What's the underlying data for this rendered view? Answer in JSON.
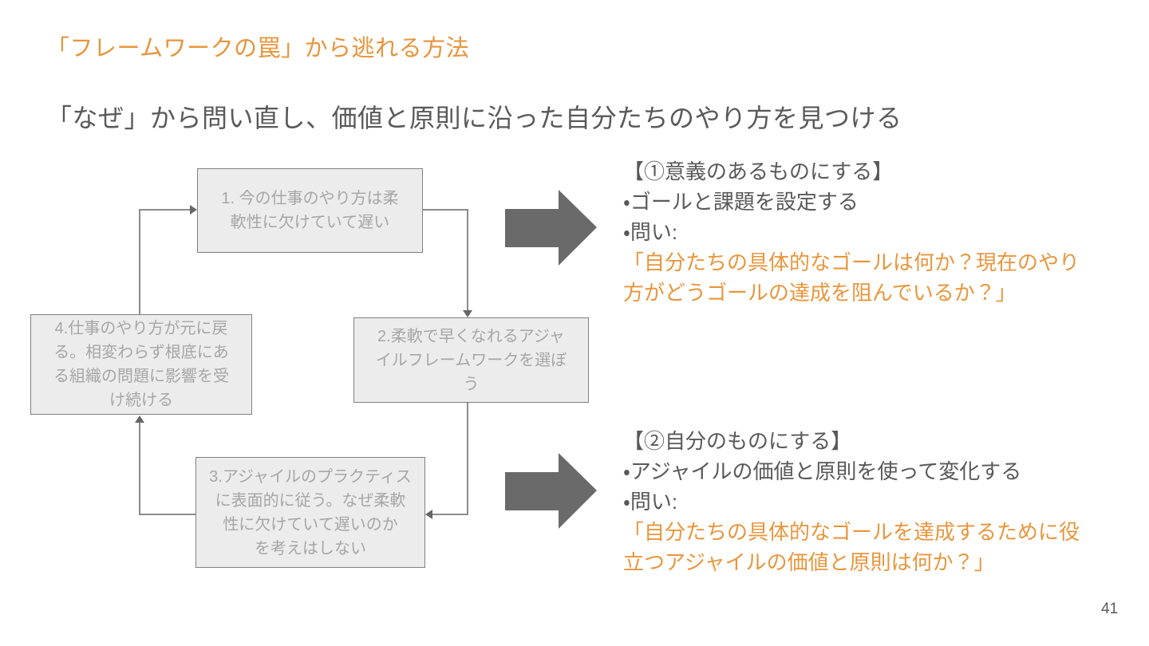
{
  "slide": {
    "title": "「フレームワークの罠」から逃れる方法",
    "subtitle": "「なぜ」から問い直し、価値と原則に沿った自分たちのやり方を見つける",
    "page_number": "41"
  },
  "colors": {
    "accent_orange": "#E8963C",
    "body_text_gray": "#595959",
    "box_fill": "#ECECEC",
    "box_border": "#808080",
    "box_text_gray": "#A6A6A6",
    "big_arrow_gray": "#6A6A6A",
    "connector_gray": "#666666"
  },
  "diagram": {
    "boxes": [
      {
        "id": 1,
        "lines": [
          "1. 今の仕事のやり方は柔",
          "軟性に欠けていて遅い"
        ]
      },
      {
        "id": 2,
        "lines": [
          "2.柔軟で早くなれるアジャ",
          "イルフレームワークを選ぼ",
          "う"
        ]
      },
      {
        "id": 3,
        "lines": [
          "3.アジャイルのプラクティス",
          "に表面的に従う。なぜ柔軟",
          "性に欠けていて遅いのか",
          "を考えはしない"
        ]
      },
      {
        "id": 4,
        "lines": [
          "4.仕事のやり方が元に戻",
          "る。相変わらず根底にあ",
          "る組織の問題に影響を受",
          "け続ける"
        ]
      }
    ]
  },
  "notes": [
    {
      "heading": "【①意義のあるものにする】",
      "bullets": [
        "・ゴールと課題を設定する",
        "・問い:"
      ],
      "quote_lines": [
        "「自分たちの具体的なゴールは何か？現在のやり",
        "方がどうゴールの達成を阻んでいるか？」"
      ]
    },
    {
      "heading": "【②自分のものにする】",
      "bullets": [
        "・アジャイルの価値と原則を使って変化する",
        "・問い:"
      ],
      "quote_lines": [
        "「自分たちの具体的なゴールを達成するために役",
        "立つアジャイルの価値と原則は何か？」"
      ]
    }
  ]
}
